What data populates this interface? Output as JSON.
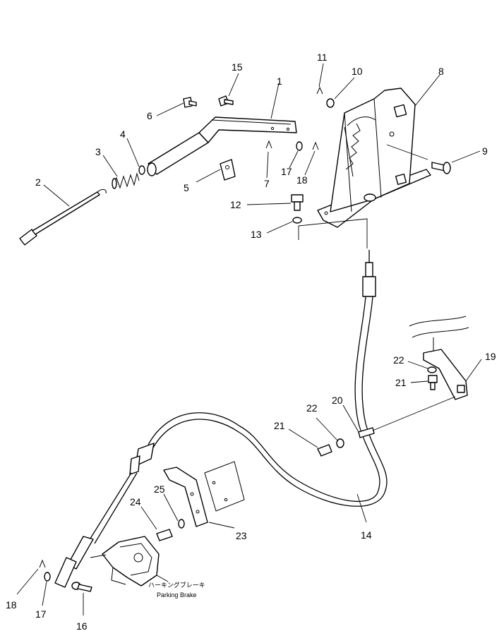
{
  "labels": {
    "p1": "1",
    "p2": "2",
    "p3": "3",
    "p4": "4",
    "p5": "5",
    "p6": "6",
    "p7": "7",
    "p8": "8",
    "p9": "9",
    "p10": "10",
    "p11": "11",
    "p12": "12",
    "p13": "13",
    "p14": "14",
    "p15": "15",
    "p16": "16",
    "p17a": "17",
    "p17b": "17",
    "p18a": "18",
    "p18b": "18",
    "p19": "19",
    "p20": "20",
    "p21a": "21",
    "p21b": "21",
    "p22a": "22",
    "p22b": "22",
    "p23": "23",
    "p24": "24",
    "p25": "25"
  },
  "caption": {
    "japanese": "ハーキングブレーキ",
    "english": "Parking Brake"
  }
}
